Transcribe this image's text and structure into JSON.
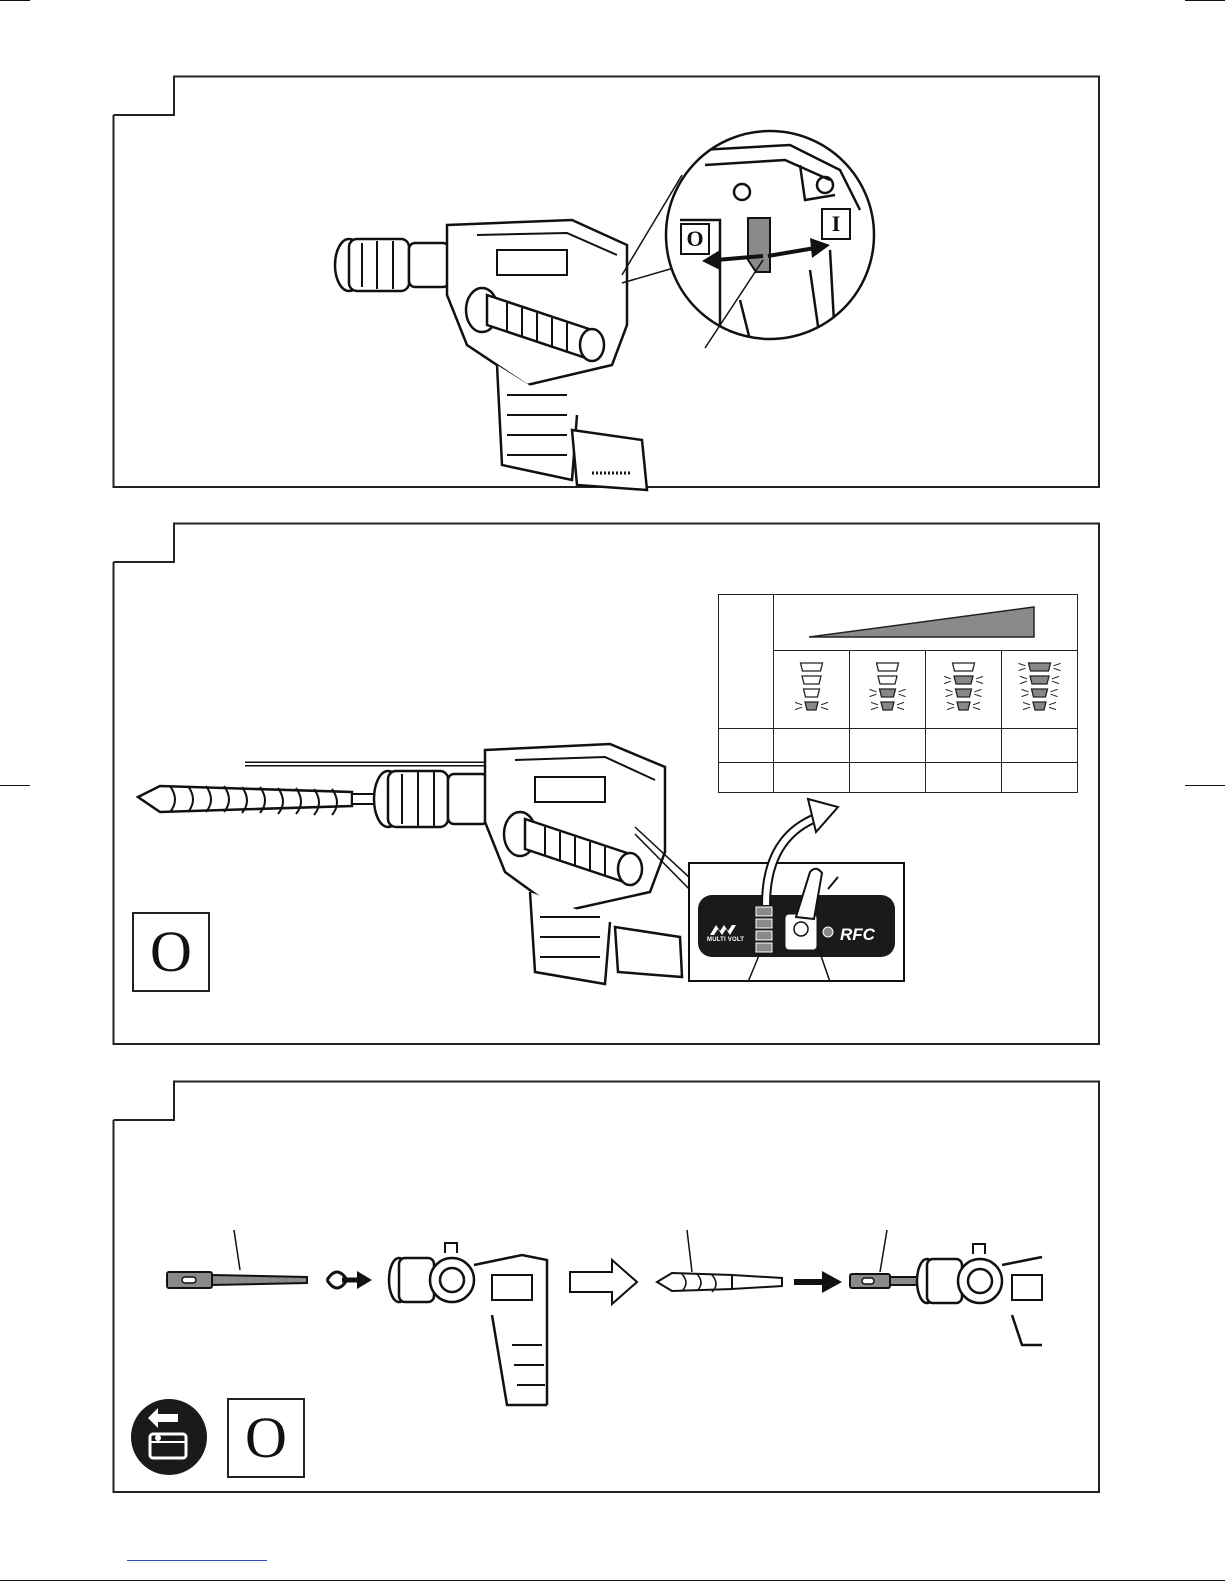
{
  "panel_1": {
    "switch_off_label": "O",
    "switch_on_label": "I"
  },
  "panel_2": {
    "mode_symbol": "O",
    "indicator": {
      "led_levels": [
        1,
        2,
        3,
        4
      ],
      "colors": {
        "lit": "#888888",
        "off": "#ffffff"
      }
    },
    "badge": {
      "brand_text": "MULTI VOLT",
      "rfc_text": "RFC"
    }
  },
  "panel_3": {
    "mode_symbol": "O",
    "icons": [
      "tool-removal-icon",
      "rotation-arrow-icon",
      "next-step-arrow-icon",
      "insert-arrow-icon"
    ]
  },
  "colors": {
    "frame": "#222222",
    "fill_dark": "#1a1a1a",
    "fill_gray": "#8a8a8a"
  }
}
